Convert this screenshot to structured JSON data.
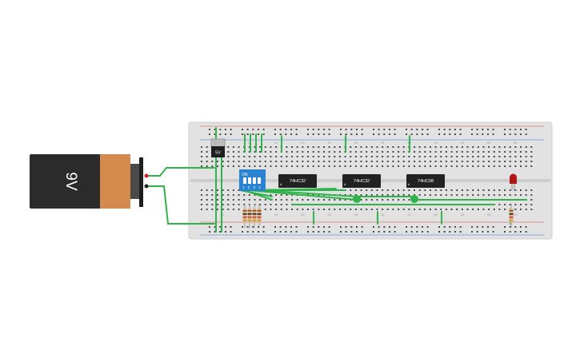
{
  "battery": {
    "label": "9V",
    "body_color": "#2b2b2b",
    "cap_color": "#d58a4e"
  },
  "regulator": {
    "label": "5V"
  },
  "dip_switch": {
    "on_label": "ON",
    "numbers": "1 2 3 4"
  },
  "chips": [
    {
      "label": "74HC32"
    },
    {
      "label": "74HC32"
    },
    {
      "label": "74HC08"
    }
  ],
  "breadboard": {
    "column_labels": [
      "5",
      "10",
      "15",
      "20",
      "25",
      "30",
      "35",
      "40",
      "45",
      "50",
      "55",
      "60"
    ]
  },
  "colors": {
    "board": "#e2e2e2",
    "hole": "#4a4a4a",
    "wire_green": "#2fb34a",
    "rail_red": "#d33",
    "rail_blue": "#36c",
    "dip_blue": "#2a83d0",
    "led_red": "#b01515",
    "chip": "#222222"
  }
}
